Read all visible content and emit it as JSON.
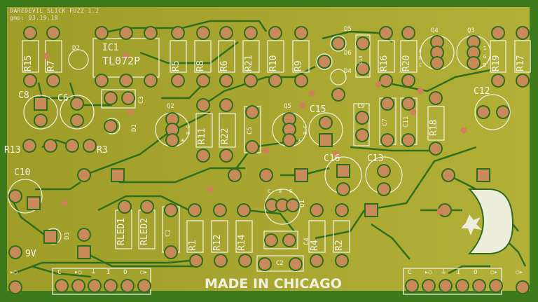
{
  "board": {
    "title": "DAREDEVIL SLICK FUZZ 1.2",
    "subtitle": "gmp: 03.19.18",
    "footer": "MADE IN CHICAGO",
    "colors": {
      "substrate": "#3c7a1c",
      "copper_fill": "#a6a42c",
      "pad": "#c98a5a",
      "silkscreen": "#f2f2e6"
    }
  },
  "labels": {
    "R15": "R15",
    "R7": "R7",
    "D2": "D2",
    "IC1": "IC1",
    "TL072P": "TL072P",
    "R5": "R5",
    "R8": "R8",
    "R6": "R6",
    "R21": "R21",
    "R10": "R10",
    "R9": "R9",
    "D5": "D5",
    "D6": "D6",
    "D4": "D4",
    "C14": "C14",
    "R16": "R16",
    "R20": "R20",
    "Q4": "Q4",
    "Q3": "Q3",
    "R19": "R19",
    "R17": "R17",
    "C8": "C8",
    "C6": "C6",
    "C3": "C3",
    "D1": "D1",
    "Q2": "Q2",
    "R11": "R11",
    "R22": "R22",
    "C5": "C5",
    "Q5": "Q5",
    "C15": "C15",
    "C9": "C9",
    "C7": "C7",
    "C11": "C11",
    "R18": "R18",
    "C12": "C12",
    "R13": "R13",
    "R3": "R3",
    "C10": "C10",
    "C16": "C16",
    "C13": "C13",
    "Q1": "Q1",
    "C4": "C4",
    "RLED1": "RLED1",
    "RLED2": "RLED2",
    "C1": "C1",
    "R1": "R1",
    "R12": "R12",
    "R14": "R14",
    "R4": "R4",
    "R2": "R2",
    "C2": "C2",
    "D3": "D3",
    "V9": "9V"
  },
  "pins": {
    "E": "E",
    "B": "B",
    "C": "C",
    "D": "D",
    "G": "G",
    "S": "S"
  },
  "connectors": {
    "left": [
      "C",
      "▸○",
      "⏚",
      "I",
      "O",
      "○▸"
    ],
    "right": [
      "C",
      "▸○",
      "⏚",
      "I",
      "O",
      "○▸"
    ],
    "jack_in": "▸○",
    "jack_out": "○▸"
  }
}
